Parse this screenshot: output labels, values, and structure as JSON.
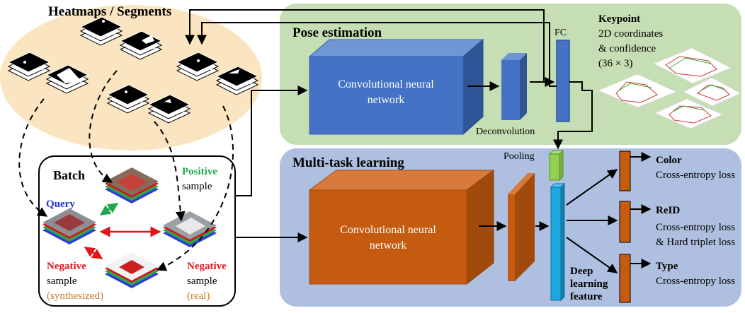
{
  "heatmaps": {
    "title": "Heatmaps / Segments"
  },
  "pose": {
    "title": "Pose estimation",
    "cnn_line1": "Convolutional neural",
    "cnn_line2": "network",
    "deconv_label": "Deconvolution",
    "fc_label": "FC",
    "keypoint_title": "Keypoint",
    "keypoint_line1": "2D coordinates",
    "keypoint_line2": "& confidence",
    "keypoint_line3": "(36 × 3)"
  },
  "mtl": {
    "title": "Multi-task learning",
    "cnn_line1": "Convolutional neural",
    "cnn_line2": "network",
    "pooling_label": "Pooling",
    "feature_line1": "Deep",
    "feature_line2": "learning",
    "feature_line3": "feature",
    "color_title": "Color",
    "color_loss": "Cross-entropy loss",
    "reid_title": "ReID",
    "reid_loss1": "Cross-entropy loss",
    "reid_loss2": "& Hard triplet loss",
    "type_title": "Type",
    "type_loss": "Cross-entropy loss"
  },
  "batch": {
    "title": "Batch",
    "query": "Query",
    "positive_1": "Positive",
    "positive_2": "sample",
    "neg_real_1": "Negative",
    "neg_real_2": "sample",
    "neg_real_3": "(real)",
    "neg_syn_1": "Negative",
    "neg_syn_2": "sample",
    "neg_syn_3": "(synthesized)"
  },
  "colors": {
    "heatmap_bg": "#fbe5c0",
    "pose_bg": "#c6deb3",
    "mtl_bg": "#aebfe0",
    "cnn_blue": "#4472c4",
    "cnn_orange": "#c55a11",
    "pooling_green": "#92d050",
    "feature_cyan": "#1ea6e0",
    "query_blue": "#1f2fd8",
    "positive_green": "#1fa84a",
    "negative_red": "#e0161b",
    "annotation_brown": "#c57a2a"
  }
}
